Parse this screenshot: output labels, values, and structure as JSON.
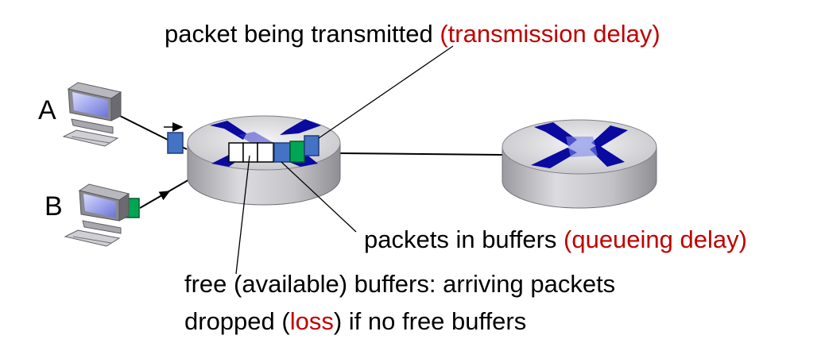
{
  "labels": {
    "host_a": "A",
    "host_b": "B",
    "transmitted": {
      "prefix": "packet being transmitted ",
      "highlight": "(transmission delay)"
    },
    "buffers": {
      "prefix": "packets in buffers ",
      "highlight": "(queueing delay)"
    },
    "free_line1": "free (available) buffers: arriving packets",
    "free_line2": {
      "prefix": "dropped (",
      "highlight": "loss",
      "suffix": ") if no free buffers"
    }
  },
  "colors": {
    "highlight_red": "#c00000",
    "packet_blue": "#4472c4",
    "packet_green": "#00a651",
    "router_arrow": "#0a0aa0",
    "router_body": "#c8c8cc"
  },
  "queue": [
    "free",
    "free",
    "free",
    "blue",
    "green"
  ]
}
